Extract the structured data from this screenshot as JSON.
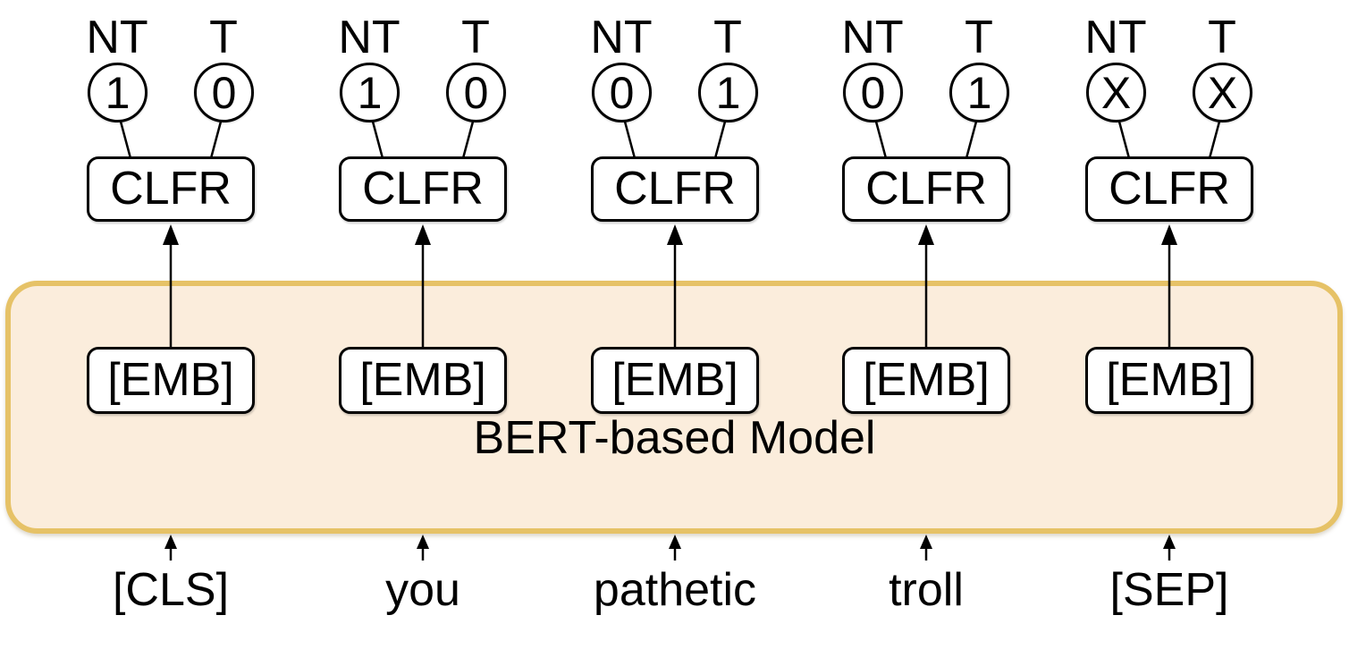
{
  "model": {
    "label": "BERT-based Model"
  },
  "colors": {
    "model_fill": "#FBEDDC",
    "model_border": "#E6C267",
    "stroke": "#000000",
    "box_bg": "#FFFFFF"
  },
  "columns": [
    {
      "token": "[CLS]",
      "nt_label": "NT",
      "t_label": "T",
      "nt_value": "1",
      "t_value": "0",
      "clfr_label": "CLFR",
      "emb_label": "[EMB]"
    },
    {
      "token": "you",
      "nt_label": "NT",
      "t_label": "T",
      "nt_value": "1",
      "t_value": "0",
      "clfr_label": "CLFR",
      "emb_label": "[EMB]"
    },
    {
      "token": "pathetic",
      "nt_label": "NT",
      "t_label": "T",
      "nt_value": "0",
      "t_value": "1",
      "clfr_label": "CLFR",
      "emb_label": "[EMB]"
    },
    {
      "token": "troll",
      "nt_label": "NT",
      "t_label": "T",
      "nt_value": "0",
      "t_value": "1",
      "clfr_label": "CLFR",
      "emb_label": "[EMB]"
    },
    {
      "token": "[SEP]",
      "nt_label": "NT",
      "t_label": "T",
      "nt_value": "X",
      "t_value": "X",
      "clfr_label": "CLFR",
      "emb_label": "[EMB]"
    }
  ]
}
